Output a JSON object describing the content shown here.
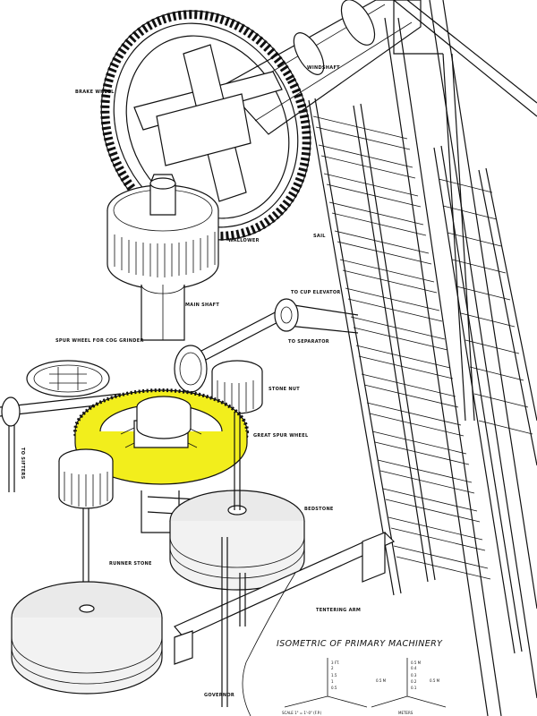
{
  "title": "ISOMETRIC OF PRIMARY MACHINERY",
  "labels": {
    "brake_wheel": "BRAKE WHEEL",
    "windshaft": "WINDSHAFT",
    "wallower": "WALLOWER",
    "sail": "SAIL",
    "main_shaft": "MAIN SHAFT",
    "to_cup_elevator": "TO CUP ELEVATOR",
    "to_separator": "TO SEPARATOR",
    "spur_wheel_cog": "SPUR WHEEL FOR COG GRINDER",
    "stone_nut": "STONE NUT",
    "great_spur_wheel": "GREAT SPUR WHEEL",
    "to_sifters": "TO SIFTERS",
    "bed_stone": "BEDSTONE",
    "runner_stone": "RUNNER STONE",
    "tentering_arm": "TENTERING ARM",
    "governor": "GOVERNOR"
  },
  "scales": {
    "left_caption": "SCALE  1\" = 1'-0\"   (F.P.)",
    "right_caption": "METERS",
    "left_ticks": [
      "3 FT.",
      "2",
      "1.5",
      "1",
      "0.5"
    ],
    "right_ticks": [
      "0.5 M",
      "0.4",
      "0.3",
      "0.2",
      "0.1"
    ],
    "left_side": "0.5 M",
    "right_side": "0.5 M"
  },
  "highlight_color": "#f2ee1c"
}
